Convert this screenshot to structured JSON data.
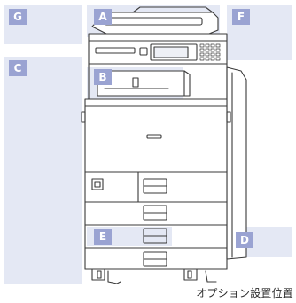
{
  "diagram": {
    "caption": "オプション設置位置",
    "zones": [
      {
        "id": "G",
        "label": "G"
      },
      {
        "id": "C",
        "label": "C"
      },
      {
        "id": "A",
        "label": "A"
      },
      {
        "id": "F",
        "label": "F"
      },
      {
        "id": "B",
        "label": "B"
      },
      {
        "id": "E",
        "label": "E"
      },
      {
        "id": "D",
        "label": "D"
      }
    ],
    "colors": {
      "zone_fill": "#e4e8f4",
      "tag_fill": "#9aa3d2",
      "outline": "#3a3a3a",
      "body_fill": "#ffffff"
    }
  }
}
